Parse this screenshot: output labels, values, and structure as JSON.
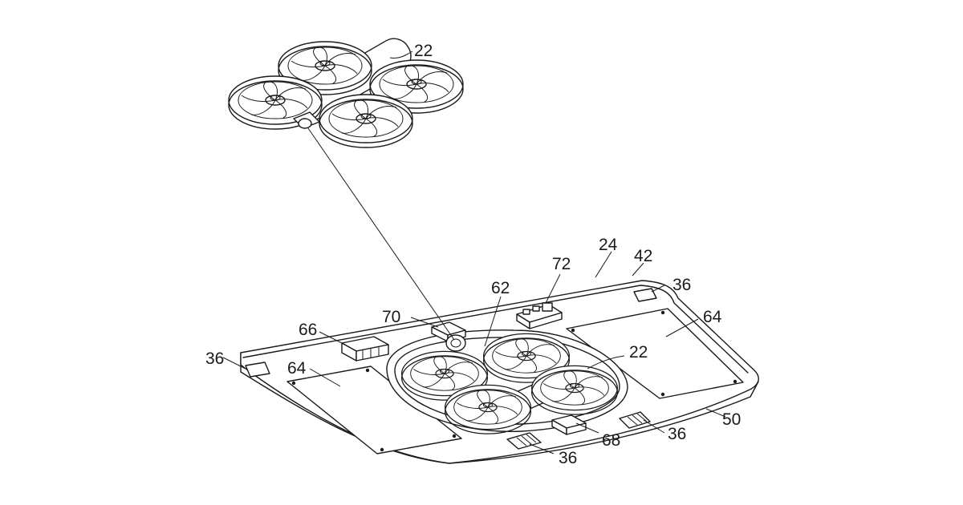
{
  "labels": {
    "drone_top": "22",
    "drone_docked": "22",
    "vehicle_roof": "24",
    "roof_panel": "42",
    "station": "62",
    "box_a": "66",
    "camera_unit": "70",
    "controller": "72",
    "solar_left": "64",
    "solar_right": "64",
    "foot_left": "36",
    "foot_right_top": "36",
    "foot_bottom_mid": "36",
    "foot_bottom_right": "36",
    "connector": "68",
    "roof_edge": "50"
  }
}
